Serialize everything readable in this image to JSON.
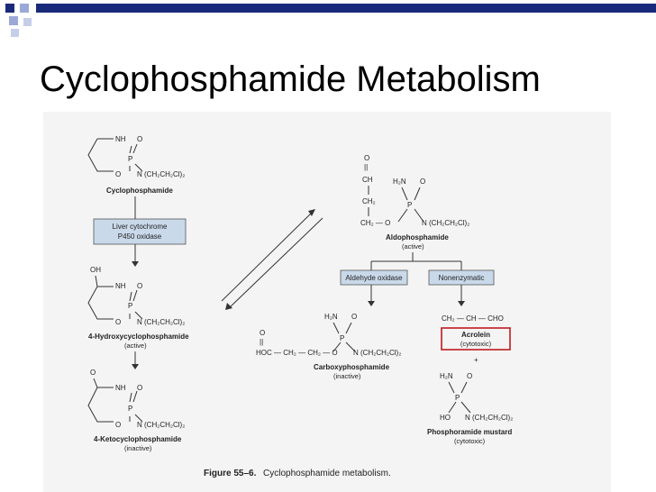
{
  "slide": {
    "title": "Cyclophosphamide Metabolism"
  },
  "figure": {
    "caption_label": "Figure 55–6.",
    "caption_text": "Cyclophosphamide metabolism.",
    "compounds": {
      "cyclophosphamide": {
        "name": "Cyclophosphamide"
      },
      "hydroxy": {
        "name": "4-Hydroxycyclophosphamide",
        "status": "(active)"
      },
      "keto": {
        "name": "4-Ketocyclophosphamide",
        "status": "(inactive)"
      },
      "aldo": {
        "name": "Aldophosphamide",
        "status": "(active)"
      },
      "carboxy": {
        "name": "Carboxyphosphamide",
        "status": "(inactive)"
      },
      "acrolein": {
        "name": "Acrolein",
        "status": "(cytotoxic)"
      },
      "mustard": {
        "name": "Phosphoramide mustard",
        "status": "(cytotoxic)"
      }
    },
    "enzymes": {
      "p450_line1": "Liver cytochrome",
      "p450_line2": "P450 oxidase",
      "aldehyde_oxidase": "Aldehyde oxidase",
      "nonenzymatic": "Nonenzymatic"
    },
    "atoms": {
      "nh": "NH",
      "o": "O",
      "p": "P",
      "oh": "OH",
      "h2n": "H₂N",
      "ho": "HO",
      "plus": "+",
      "mustard_group": "N (CH₂CH₂Cl)₂",
      "ch": "CH",
      "ch2": "CH₂",
      "acrolein_formula": "CH₂ — CH — CHO",
      "aldo_chain": "CH₂ — O",
      "carboxy_chain": "HOC — CH₂ — CH₂ — O",
      "double_bond": "||"
    },
    "highlight_color": "#c0191f",
    "enzyme_box_color": "#c9d9ea"
  }
}
